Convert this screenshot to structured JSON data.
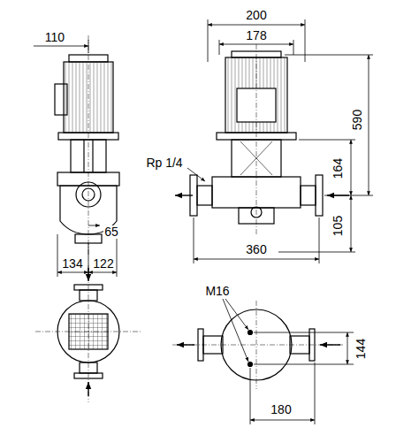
{
  "diagram": {
    "labels": [
      "110",
      "200",
      "178",
      "590",
      "Rp 1/4",
      "164",
      "65",
      "134",
      "122",
      "360",
      "105",
      "M16",
      "144",
      "180"
    ]
  }
}
